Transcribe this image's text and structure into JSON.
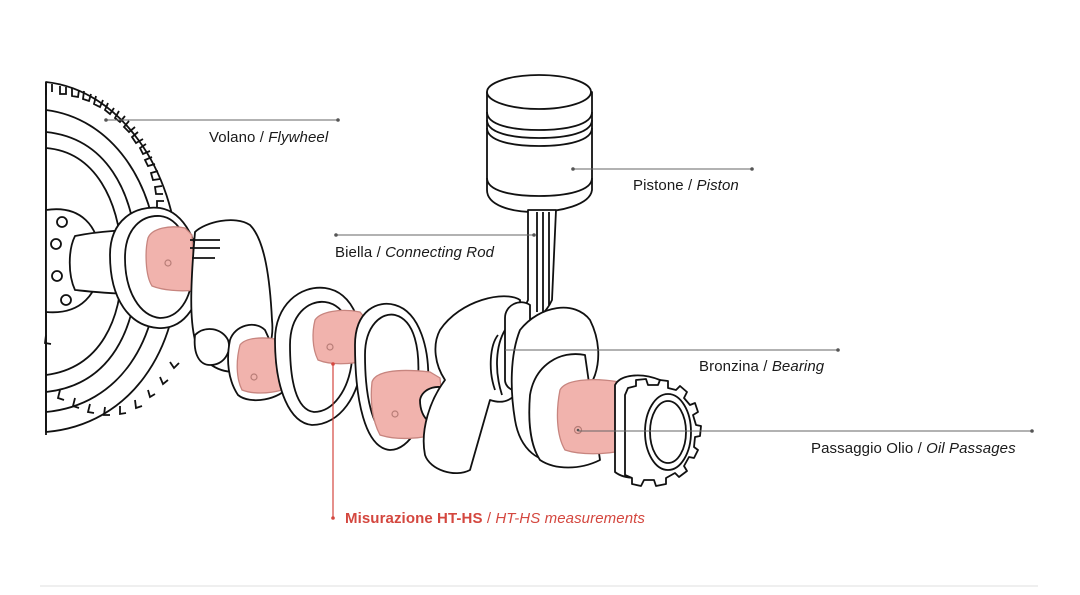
{
  "diagram": {
    "title": "Crankshaft assembly with HT-HS measurement points",
    "colors": {
      "highlight_fill": "#f1b3ad",
      "accent_red": "#d4473f",
      "outline": "#111111",
      "leader": "#666666"
    },
    "labels": {
      "flywheel": {
        "it": "Volano",
        "sep": " / ",
        "en": "Flywheel"
      },
      "piston": {
        "it": "Pistone",
        "sep": " / ",
        "en": "Piston"
      },
      "connecting_rod": {
        "it": "Biella",
        "sep": " / ",
        "en": "Connecting Rod"
      },
      "bearing": {
        "it": "Bronzina",
        "sep": " / ",
        "en": "Bearing"
      },
      "oil_passages": {
        "it": "Passaggio Olio",
        "sep": " / ",
        "en": "Oil Passages"
      },
      "measurement": {
        "it": "Misurazione HT-HS",
        "sep": " / ",
        "en": "HT-HS measurements"
      }
    }
  }
}
